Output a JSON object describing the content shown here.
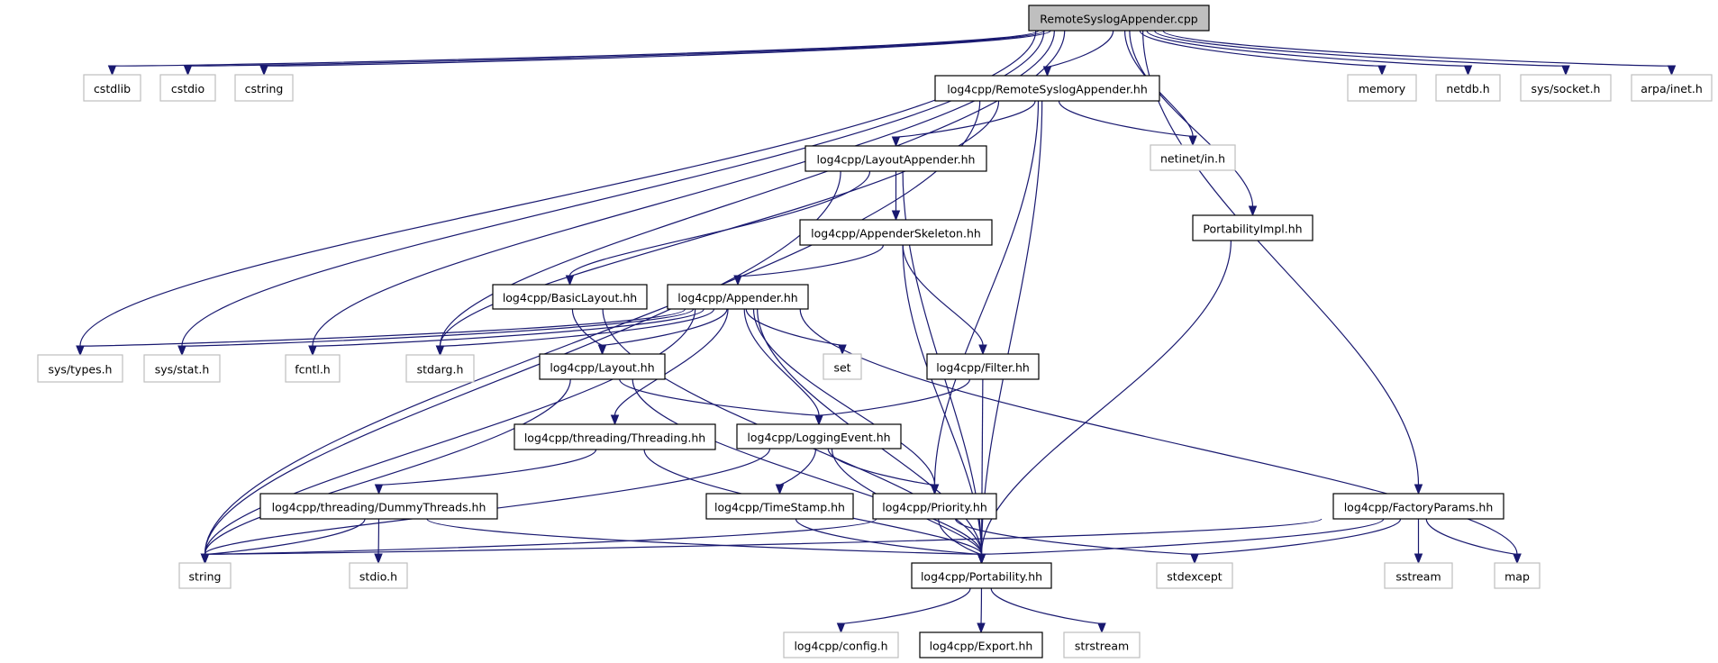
{
  "title": "RemoteSyslogAppender.cpp include dependency graph",
  "colors": {
    "edge": "#191970",
    "root_fill": "#bfbfbf",
    "internal_border": "#000000",
    "external_border": "#bfbfbf"
  },
  "nodes": [
    {
      "id": "root",
      "label": "RemoteSyslogAppender.cpp",
      "kind": "root"
    },
    {
      "id": "cstdlib",
      "label": "cstdlib",
      "kind": "external"
    },
    {
      "id": "cstdio",
      "label": "cstdio",
      "kind": "external"
    },
    {
      "id": "cstring",
      "label": "cstring",
      "kind": "external"
    },
    {
      "id": "rsa_hh",
      "label": "log4cpp/RemoteSyslogAppender.hh",
      "kind": "internal"
    },
    {
      "id": "memory",
      "label": "memory",
      "kind": "external"
    },
    {
      "id": "netdb",
      "label": "netdb.h",
      "kind": "external"
    },
    {
      "id": "socket",
      "label": "sys/socket.h",
      "kind": "external"
    },
    {
      "id": "inet",
      "label": "arpa/inet.h",
      "kind": "external"
    },
    {
      "id": "layoutappender",
      "label": "log4cpp/LayoutAppender.hh",
      "kind": "internal"
    },
    {
      "id": "netinet",
      "label": "netinet/in.h",
      "kind": "external"
    },
    {
      "id": "appenderskeleton",
      "label": "log4cpp/AppenderSkeleton.hh",
      "kind": "internal"
    },
    {
      "id": "portabilityimpl",
      "label": "PortabilityImpl.hh",
      "kind": "internal"
    },
    {
      "id": "basiclayout",
      "label": "log4cpp/BasicLayout.hh",
      "kind": "internal"
    },
    {
      "id": "appender",
      "label": "log4cpp/Appender.hh",
      "kind": "internal"
    },
    {
      "id": "systypes",
      "label": "sys/types.h",
      "kind": "external"
    },
    {
      "id": "sysstat",
      "label": "sys/stat.h",
      "kind": "external"
    },
    {
      "id": "fcntl",
      "label": "fcntl.h",
      "kind": "external"
    },
    {
      "id": "stdarg",
      "label": "stdarg.h",
      "kind": "external"
    },
    {
      "id": "layout",
      "label": "log4cpp/Layout.hh",
      "kind": "internal"
    },
    {
      "id": "set",
      "label": "set",
      "kind": "external"
    },
    {
      "id": "filter",
      "label": "log4cpp/Filter.hh",
      "kind": "internal"
    },
    {
      "id": "threading",
      "label": "log4cpp/threading/Threading.hh",
      "kind": "internal"
    },
    {
      "id": "loggingevent",
      "label": "log4cpp/LoggingEvent.hh",
      "kind": "internal"
    },
    {
      "id": "dummythreads",
      "label": "log4cpp/threading/DummyThreads.hh",
      "kind": "internal"
    },
    {
      "id": "timestamp",
      "label": "log4cpp/TimeStamp.hh",
      "kind": "internal"
    },
    {
      "id": "priority",
      "label": "log4cpp/Priority.hh",
      "kind": "internal"
    },
    {
      "id": "factoryparams",
      "label": "log4cpp/FactoryParams.hh",
      "kind": "internal"
    },
    {
      "id": "string",
      "label": "string",
      "kind": "external"
    },
    {
      "id": "stdio",
      "label": "stdio.h",
      "kind": "external"
    },
    {
      "id": "portability",
      "label": "log4cpp/Portability.hh",
      "kind": "internal"
    },
    {
      "id": "stdexcept",
      "label": "stdexcept",
      "kind": "external"
    },
    {
      "id": "sstream",
      "label": "sstream",
      "kind": "external"
    },
    {
      "id": "map",
      "label": "map",
      "kind": "external"
    },
    {
      "id": "config",
      "label": "log4cpp/config.h",
      "kind": "external"
    },
    {
      "id": "export",
      "label": "log4cpp/Export.hh",
      "kind": "internal"
    },
    {
      "id": "strstream",
      "label": "strstream",
      "kind": "external"
    }
  ],
  "edges": [
    [
      "root",
      "cstdlib"
    ],
    [
      "root",
      "cstdio"
    ],
    [
      "root",
      "cstring"
    ],
    [
      "root",
      "systypes"
    ],
    [
      "root",
      "sysstat"
    ],
    [
      "root",
      "fcntl"
    ],
    [
      "root",
      "stdarg"
    ],
    [
      "root",
      "rsa_hh"
    ],
    [
      "root",
      "netinet"
    ],
    [
      "root",
      "portabilityimpl"
    ],
    [
      "root",
      "factoryparams"
    ],
    [
      "root",
      "memory"
    ],
    [
      "root",
      "netdb"
    ],
    [
      "root",
      "socket"
    ],
    [
      "root",
      "inet"
    ],
    [
      "rsa_hh",
      "string"
    ],
    [
      "rsa_hh",
      "stdarg"
    ],
    [
      "rsa_hh",
      "layoutappender"
    ],
    [
      "rsa_hh",
      "netinet"
    ],
    [
      "rsa_hh",
      "priority"
    ],
    [
      "rsa_hh",
      "portability"
    ],
    [
      "layoutappender",
      "string"
    ],
    [
      "layoutappender",
      "appenderskeleton"
    ],
    [
      "layoutappender",
      "basiclayout"
    ],
    [
      "layoutappender",
      "portability"
    ],
    [
      "appenderskeleton",
      "appender"
    ],
    [
      "appenderskeleton",
      "filter"
    ],
    [
      "appenderskeleton",
      "portability"
    ],
    [
      "portabilityimpl",
      "portability"
    ],
    [
      "basiclayout",
      "layout"
    ],
    [
      "basiclayout",
      "portability"
    ],
    [
      "appender",
      "systypes"
    ],
    [
      "appender",
      "sysstat"
    ],
    [
      "appender",
      "fcntl"
    ],
    [
      "appender",
      "stdarg"
    ],
    [
      "appender",
      "layout"
    ],
    [
      "appender",
      "set"
    ],
    [
      "appender",
      "string"
    ],
    [
      "appender",
      "threading"
    ],
    [
      "appender",
      "loggingevent"
    ],
    [
      "appender",
      "priority"
    ],
    [
      "appender",
      "portability"
    ],
    [
      "appender",
      "map"
    ],
    [
      "layout",
      "string"
    ],
    [
      "layout",
      "loggingevent"
    ],
    [
      "layout",
      "portability"
    ],
    [
      "filter",
      "loggingevent"
    ],
    [
      "filter",
      "portability"
    ],
    [
      "threading",
      "dummythreads"
    ],
    [
      "threading",
      "portability"
    ],
    [
      "loggingevent",
      "string"
    ],
    [
      "loggingevent",
      "timestamp"
    ],
    [
      "loggingevent",
      "priority"
    ],
    [
      "loggingevent",
      "portability"
    ],
    [
      "dummythreads",
      "string"
    ],
    [
      "dummythreads",
      "stdio"
    ],
    [
      "dummythreads",
      "portability"
    ],
    [
      "timestamp",
      "portability"
    ],
    [
      "priority",
      "string"
    ],
    [
      "priority",
      "stdexcept"
    ],
    [
      "priority",
      "portability"
    ],
    [
      "factoryparams",
      "string"
    ],
    [
      "factoryparams",
      "portability"
    ],
    [
      "factoryparams",
      "stdexcept"
    ],
    [
      "factoryparams",
      "sstream"
    ],
    [
      "factoryparams",
      "map"
    ],
    [
      "portability",
      "config"
    ],
    [
      "portability",
      "export"
    ],
    [
      "portability",
      "strstream"
    ]
  ]
}
